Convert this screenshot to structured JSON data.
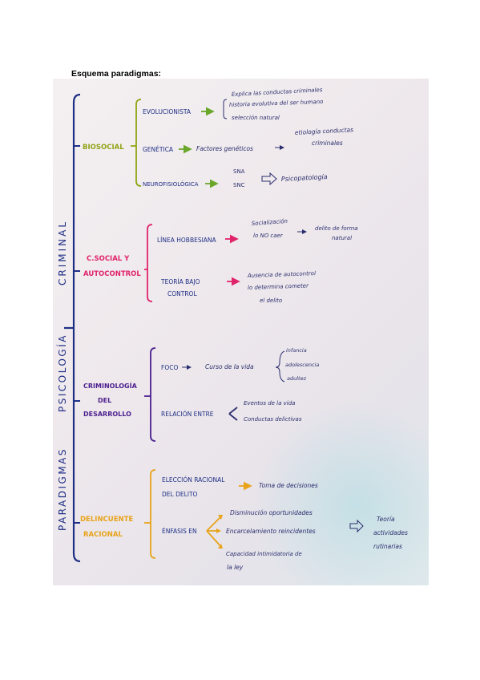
{
  "document": {
    "title": "Esquema paradigmas:"
  },
  "colors": {
    "navy": "#1f2f86",
    "olive": "#8fa414",
    "green": "#6aa62a",
    "pink": "#e0246b",
    "purple": "#4c1f8f",
    "orange": "#e8a31a",
    "ink": "#2b2e6e"
  },
  "vertical_title": {
    "paradigmas": "PARADIGMAS",
    "psicologia": "PSICOLOGÍA",
    "criminal": "CRIMINAL"
  },
  "biosocial": {
    "label": "BIOSOCIAL",
    "evolucionista": {
      "label": "EVOLUCIONISTA",
      "items": [
        "Explica las conductas criminales",
        "historia evolutiva del ser humano",
        "selección natural"
      ]
    },
    "genetica": {
      "label": "GENÉTICA",
      "result": "Factores genéticos",
      "outcome_1": "etiología conductas",
      "outcome_2": "criminales"
    },
    "neurofisiologica": {
      "label": "NEUROFISIOLÓGICA",
      "sna": "SNA",
      "snc": "SNC",
      "result": "Psicopatología"
    }
  },
  "social": {
    "label_1": "C.SOCIAL Y",
    "label_2": "AUTOCONTROL",
    "hobbesiana": {
      "label": "LÍNEA HOBBESIANA",
      "item_1": "Socialización",
      "item_2": "lo NO caer",
      "result_1": "delito de forma",
      "result_2": "natural"
    },
    "bajo_control": {
      "label_1": "TEORÍA BAJO",
      "label_2": "CONTROL",
      "text_1": "Ausencia de autocontrol",
      "text_2": "lo determina cometer",
      "text_3": "el delito"
    }
  },
  "desarrollo": {
    "label_1": "CRIMINOLOGÍA",
    "label_2": "DEL",
    "label_3": "DESARROLLO",
    "foco": {
      "label": "FOCO",
      "text": "Curso de la vida",
      "stages": [
        "infancia",
        "adolescencia",
        "adultez"
      ]
    },
    "relacion": {
      "label": "RELACIÓN ENTRE",
      "items": [
        "Eventos de la vida",
        "Conductas delictivas"
      ]
    }
  },
  "racional": {
    "label_1": "DELINCUENTE",
    "label_2": "RACIONAL",
    "eleccion": {
      "label_1": "ELECCIÓN RACIONAL",
      "label_2": "DEL DELITO",
      "result": "Toma de decisiones"
    },
    "enfasis": {
      "label": "ÉNFASIS EN",
      "items": [
        "Disminución oportunidades",
        "Encarcelamiento reincidentes",
        "Capacidad intimidatoria de"
      ],
      "item_3_cont": "la ley",
      "result_1": "Teoría",
      "result_2": "actividades",
      "result_3": "rutinarias"
    }
  }
}
